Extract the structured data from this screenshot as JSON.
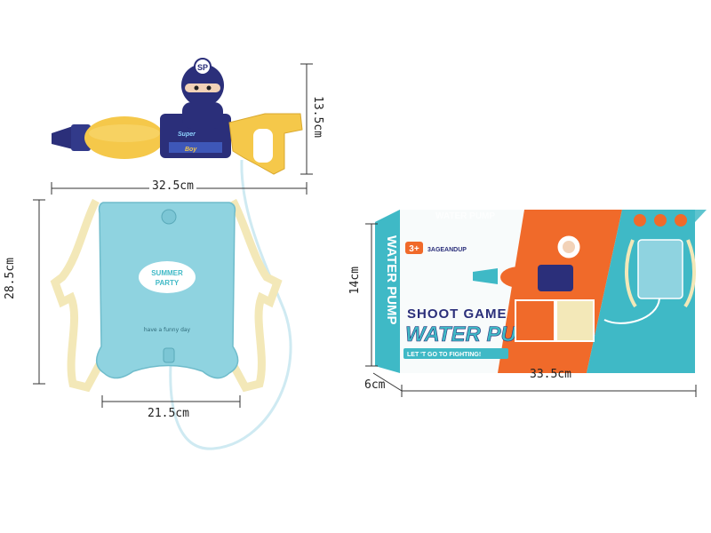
{
  "dimensions": {
    "gun_length": "32.5cm",
    "gun_height": "13.5cm",
    "bag_height": "28.5cm",
    "bag_width": "21.5cm",
    "box_height": "14cm",
    "box_depth": "6cm",
    "box_length": "33.5cm"
  },
  "gun": {
    "badge": "SP",
    "decal1": "Super",
    "decal2": "Boy"
  },
  "bag": {
    "logo_line1": "SUMMER",
    "logo_line2": "PARTY",
    "tagline": "have a funny day"
  },
  "box": {
    "side_text": "WATER PUMP",
    "top_text": "WATER PUMP",
    "age_badge": "3+",
    "age_text": "3AGEANDUP",
    "title1": "SHOOT  GAME",
    "title2": "WATER PUMP",
    "slogan": "LET 'T GO TO FIGHTING!"
  },
  "colors": {
    "teal": "#3fb9c6",
    "orange": "#f06a2a",
    "navy": "#2b2f7a",
    "yellow": "#f5c84a",
    "bag_blue": "#8fd3e0",
    "strap": "#f3e8b8"
  }
}
